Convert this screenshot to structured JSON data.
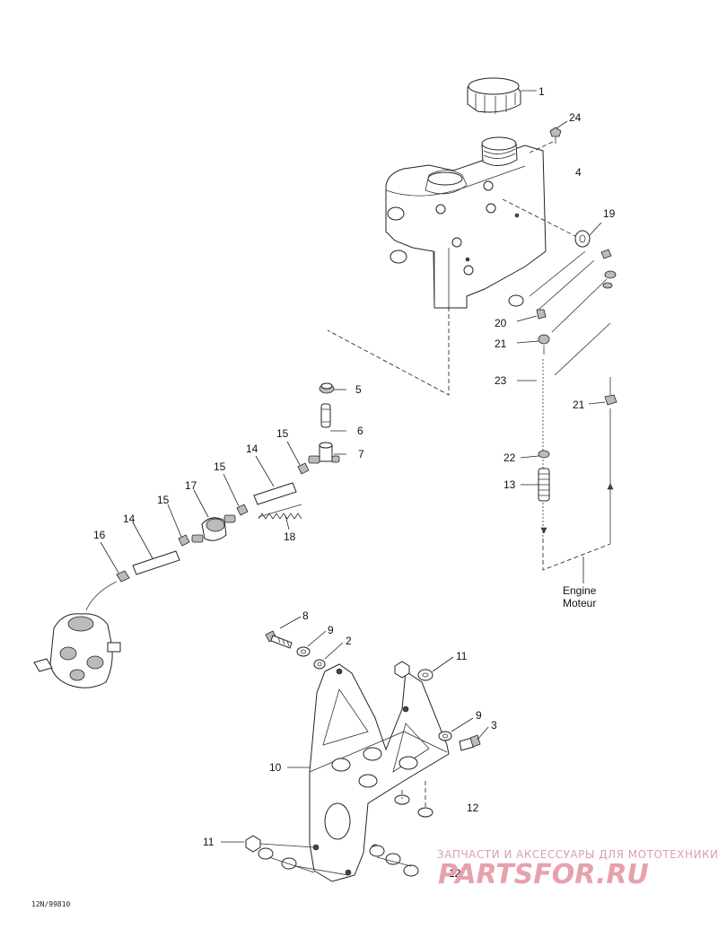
{
  "callouts": [
    {
      "id": "1",
      "text": "1"
    },
    {
      "id": "24",
      "text": "24"
    },
    {
      "id": "4",
      "text": "4"
    },
    {
      "id": "19",
      "text": "19"
    },
    {
      "id": "20",
      "text": "20"
    },
    {
      "id": "21a",
      "text": "21"
    },
    {
      "id": "23",
      "text": "23"
    },
    {
      "id": "21b",
      "text": "21"
    },
    {
      "id": "5",
      "text": "5"
    },
    {
      "id": "6",
      "text": "6"
    },
    {
      "id": "7",
      "text": "7"
    },
    {
      "id": "15a",
      "text": "15"
    },
    {
      "id": "14a",
      "text": "14"
    },
    {
      "id": "15b",
      "text": "15"
    },
    {
      "id": "17",
      "text": "17"
    },
    {
      "id": "15c",
      "text": "15"
    },
    {
      "id": "14b",
      "text": "14"
    },
    {
      "id": "16",
      "text": "16"
    },
    {
      "id": "18",
      "text": "18"
    },
    {
      "id": "22",
      "text": "22"
    },
    {
      "id": "13",
      "text": "13"
    },
    {
      "id": "8",
      "text": "8"
    },
    {
      "id": "9a",
      "text": "9"
    },
    {
      "id": "2",
      "text": "2"
    },
    {
      "id": "11a",
      "text": "11"
    },
    {
      "id": "9b",
      "text": "9"
    },
    {
      "id": "3",
      "text": "3"
    },
    {
      "id": "10",
      "text": "10"
    },
    {
      "id": "12a",
      "text": "12"
    },
    {
      "id": "11b",
      "text": "11"
    },
    {
      "id": "12b",
      "text": "12"
    }
  ],
  "engine_note": {
    "line1": "Engine",
    "line2": "Moteur"
  },
  "reference_code": "12N/99810",
  "watermark": {
    "line1": "ЗАПЧАСТИ И АКСЕССУАРЫ ДЛЯ МОТОТЕХНИКИ",
    "line2": "PARTSFOR.RU",
    "color": "#e8a0ad"
  },
  "colors": {
    "line": "#222222",
    "background": "#ffffff"
  }
}
